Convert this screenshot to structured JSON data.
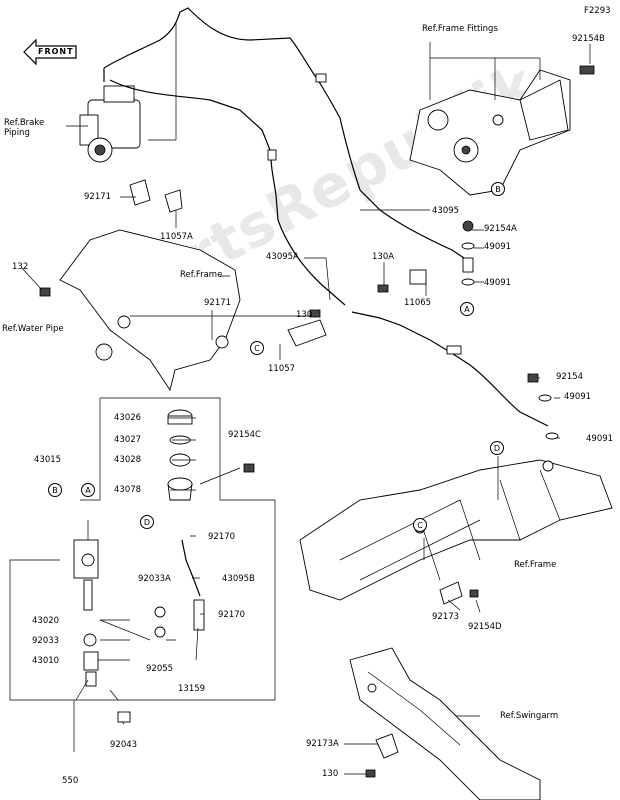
{
  "figure_code": "F2293",
  "direction": {
    "front_label": "FRONT"
  },
  "watermark": "PartsRepublik",
  "callouts": {
    "ref_frame_fittings": "Ref.Frame Fittings",
    "p92154B": "92154B",
    "ref_brake_piping": "Ref.Brake\nPiping",
    "p92171_top": "92171",
    "p11057A": "11057A",
    "p43095": "43095",
    "p92154A": "92154A",
    "p49091_a": "49091",
    "p49091_b": "49091",
    "p43095A": "43095A",
    "p130A": "130A",
    "p11065": "11065",
    "p132": "132",
    "ref_frame_1": "Ref.Frame",
    "p92171_mid": "92171",
    "ref_water_pipe": "Ref.Water Pipe",
    "p130_mid": "130",
    "p11057": "11057",
    "p92154": "92154",
    "p49091_c": "49091",
    "p49091_d": "49091",
    "p43026": "43026",
    "p43027": "43027",
    "p43028": "43028",
    "p43078": "43078",
    "p43015": "43015",
    "p92154C": "92154C",
    "p92170_a": "92170",
    "p92033A": "92033A",
    "p43095B": "43095B",
    "p92170_b": "92170",
    "p43020": "43020",
    "p92033": "92033",
    "p43010": "43010",
    "p92055": "92055",
    "p13159": "13159",
    "p92043": "92043",
    "p550": "550",
    "ref_frame_2": "Ref.Frame",
    "p92173": "92173",
    "p92154D": "92154D",
    "ref_swingarm": "Ref.Swingarm",
    "p92173A": "92173A",
    "p130_bot": "130"
  },
  "letters": {
    "a": "A",
    "b": "B",
    "c": "C",
    "d": "D"
  }
}
